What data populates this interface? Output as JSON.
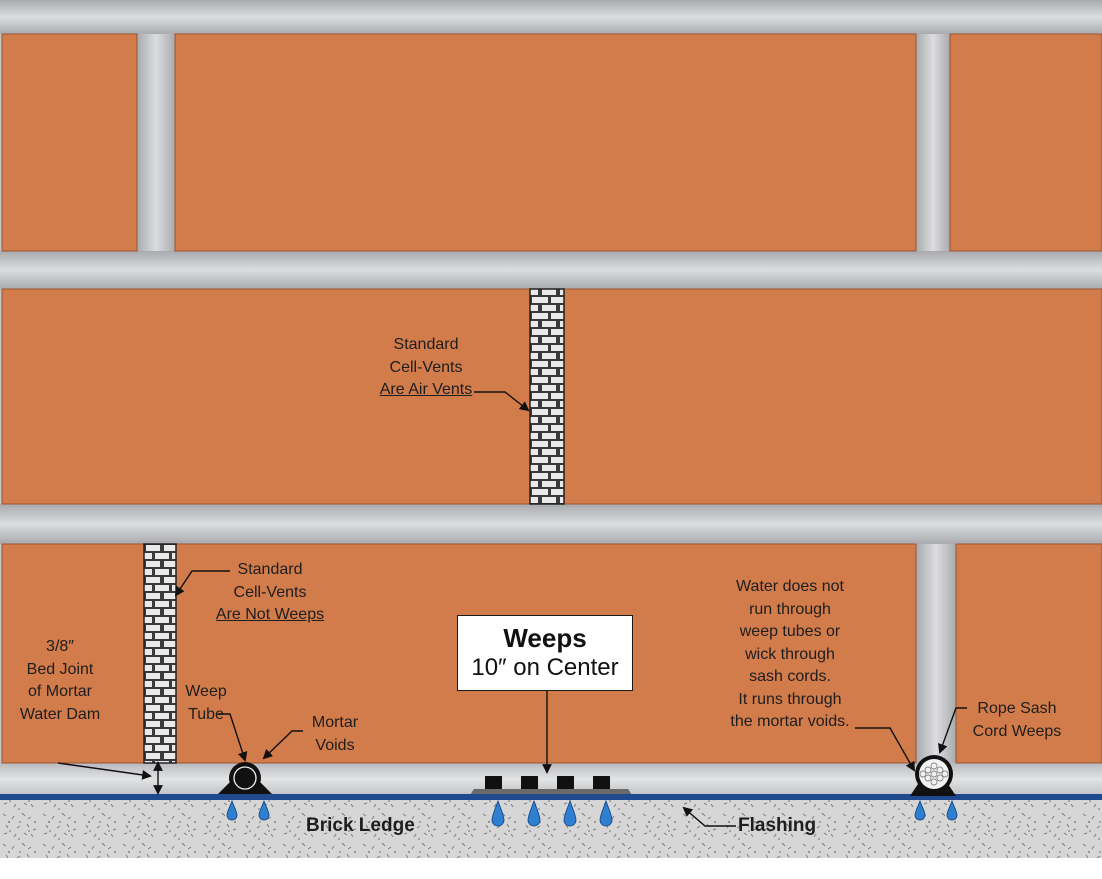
{
  "colors": {
    "brick": "#D27B4B",
    "mortar": "#C4C5C8",
    "flashing": "#1F4A8F",
    "water": "#2F7FD0",
    "ledge": "#D4D4D4"
  },
  "labels": {
    "air_vents_line1": "Standard",
    "air_vents_line2": "Cell-Vents",
    "air_vents_line3": "Are Air Vents",
    "not_weeps_line1": "Standard",
    "not_weeps_line2": "Cell-Vents",
    "not_weeps_line3": "Are Not Weeps",
    "bed_joint_line1": "3/8″",
    "bed_joint_line2": "Bed Joint",
    "bed_joint_line3": "of Mortar",
    "bed_joint_line4": "Water Dam",
    "weep_tube_line1": "Weep",
    "weep_tube_line2": "Tube",
    "mortar_voids_line1": "Mortar",
    "mortar_voids_line2": "Voids",
    "weeps_title": "Weeps",
    "weeps_sub": "10″ on Center",
    "water_note_line1": "Water does not",
    "water_note_line2": "run through",
    "water_note_line3": "weep tubes or",
    "water_note_line4": "wick through",
    "water_note_line5": "sash cords.",
    "water_note_line6": "It runs through",
    "water_note_line7": "the mortar voids.",
    "rope_line1": "Rope Sash",
    "rope_line2": "Cord Weeps",
    "brick_ledge": "Brick Ledge",
    "flashing": "Flashing"
  }
}
